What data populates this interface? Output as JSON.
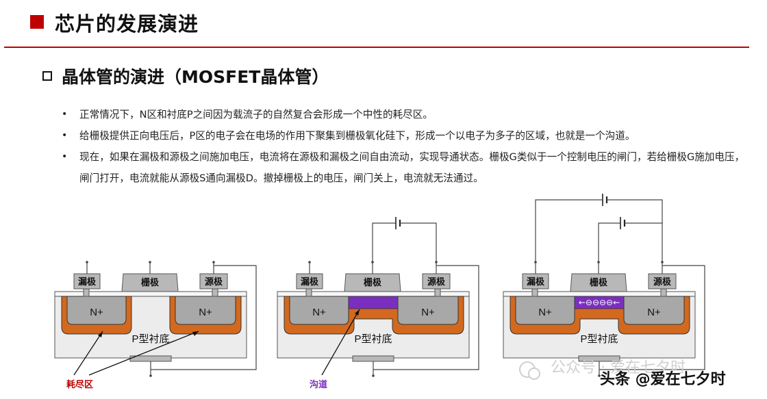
{
  "header": {
    "title": "芯片的发展演进"
  },
  "section": {
    "title": "晶体管的演进（MOSFET晶体管）"
  },
  "bullets": [
    "正常情况下，N区和衬底P之间因为载流子的自然复合会形成一个中性的耗尽区。",
    "给栅极提供正向电压后，P区的电子会在电场的作用下聚集到栅极氧化硅下，形成一个以电子为多子的区域，也就是一个沟道。",
    "现在，如果在漏极和源极之间施加电压，电流将在源极和漏极之间自由流动，实现导通状态。栅极G类似于一个控制电压的闸门，若给栅极G施加电压，闸门打开，电流就能从源极S通向漏极D。撤掉栅极上的电压，闸门关上，电流就无法通过。"
  ],
  "diagrams": {
    "drain_label": "漏极",
    "gate_label": "栅极",
    "source_label": "源极",
    "n_region_label": "N+",
    "substrate_label": "P型衬底",
    "depletion_label": "耗尽区",
    "channel_label": "沟道",
    "electrons_label": "←⊖⊖⊖⊖←"
  },
  "colors": {
    "accent": "#c00000",
    "depletion": "#d2691e",
    "channel": "#7b2fbe",
    "n_region": "#a8a8a8",
    "substrate": "#ececec",
    "contact": "#b8b8b8"
  },
  "watermark": {
    "wechat": "公众号 · 爱在七夕时",
    "source": "头条 @爱在七夕时"
  }
}
